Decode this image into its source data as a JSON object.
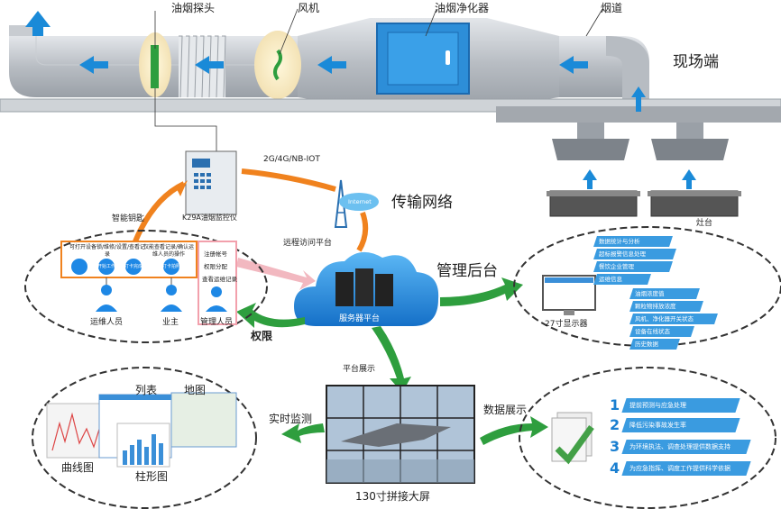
{
  "site": {
    "probe": "油烟探头",
    "fan": "风机",
    "purifier": "油烟净化器",
    "flue": "烟道",
    "onsite": "现场端",
    "stove": "灶台"
  },
  "monitor": {
    "label": "K29A油烟监控仪",
    "link": "2G/4G/NB-IOT",
    "smart_lock": "智能钥匙"
  },
  "network": {
    "label": "传输网络",
    "cloud_text": "Internet",
    "remote_access": "远程访问平台"
  },
  "backend": {
    "label": "管理后台",
    "server": "服务器平台",
    "permission": "权限",
    "monitor27": "27寸显示器",
    "features_top": [
      "数据统计与分析",
      "超标报警信息处理",
      "餐饮企业管理",
      "运维信息"
    ],
    "features_bottom": [
      "油烟浓度值",
      "颗粒物排放浓度",
      "风机、净化器开关状态",
      "设备在线状态",
      "历史数据"
    ]
  },
  "ops": {
    "flow_left": "可打开设备锁/维修/设置/查看记录",
    "flow_mid": "仅能查看记录/确认运维人员的操作",
    "steps": [
      "开始工作",
      "打卡完成",
      "打卡拍照"
    ],
    "right_items": [
      "注册帐号",
      "权限分配",
      "查看运维记录"
    ],
    "roles": [
      "运维人员",
      "业主",
      "管理人员"
    ]
  },
  "display": {
    "platform_show": "平台展示",
    "big_screen": "130寸拼接大屏",
    "realtime": "实时监测",
    "data_show": "数据展示",
    "list": "列表",
    "map": "地图",
    "line_chart": "曲线图",
    "bar_chart": "柱形图"
  },
  "benefits": [
    {
      "n": "1",
      "text": "提前预测与应急处理"
    },
    {
      "n": "2",
      "text": "降低污染事故发生率"
    },
    {
      "n": "3",
      "text": "为环境执法、调查处理提供数据支持"
    },
    {
      "n": "4",
      "text": "为应急指挥、调度工作提供科学依据"
    }
  ],
  "colors": {
    "duct": "#bfc3c8",
    "arrow_blue": "#1a8ad8",
    "orange": "#f0821e",
    "green": "#2e9e3e",
    "pink": "#f2b8c0",
    "cloud": "#1e8fe0"
  }
}
